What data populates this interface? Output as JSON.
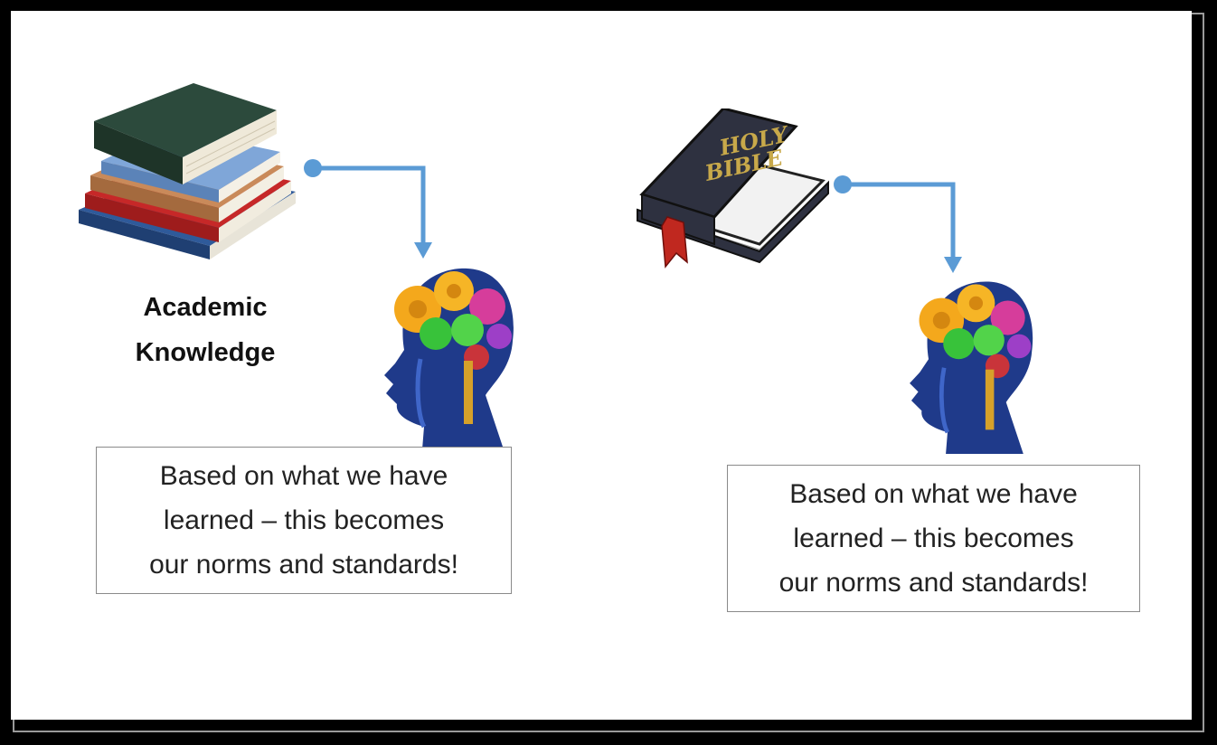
{
  "left_panel": {
    "label_lines": [
      "Academic",
      "Knowledge"
    ],
    "caption_lines": [
      "Based on what we have",
      "learned – this becomes",
      "our norms and standards!"
    ]
  },
  "right_panel": {
    "book_title_lines": [
      "HOLY",
      "BIBLE"
    ],
    "caption_lines": [
      "Based on what we have",
      "learned – this becomes",
      "our norms and standards!"
    ]
  },
  "colors": {
    "frame": "#000000",
    "connector": "#5b9bd5",
    "caption_border": "#8a8a8a",
    "bible_cover": "#2e3140",
    "bible_lettering": "#c8a94a",
    "bookmark": "#c0281f"
  },
  "icons": [
    "stacked-books-icon",
    "holy-bible-icon",
    "brain-gears-head-icon"
  ]
}
